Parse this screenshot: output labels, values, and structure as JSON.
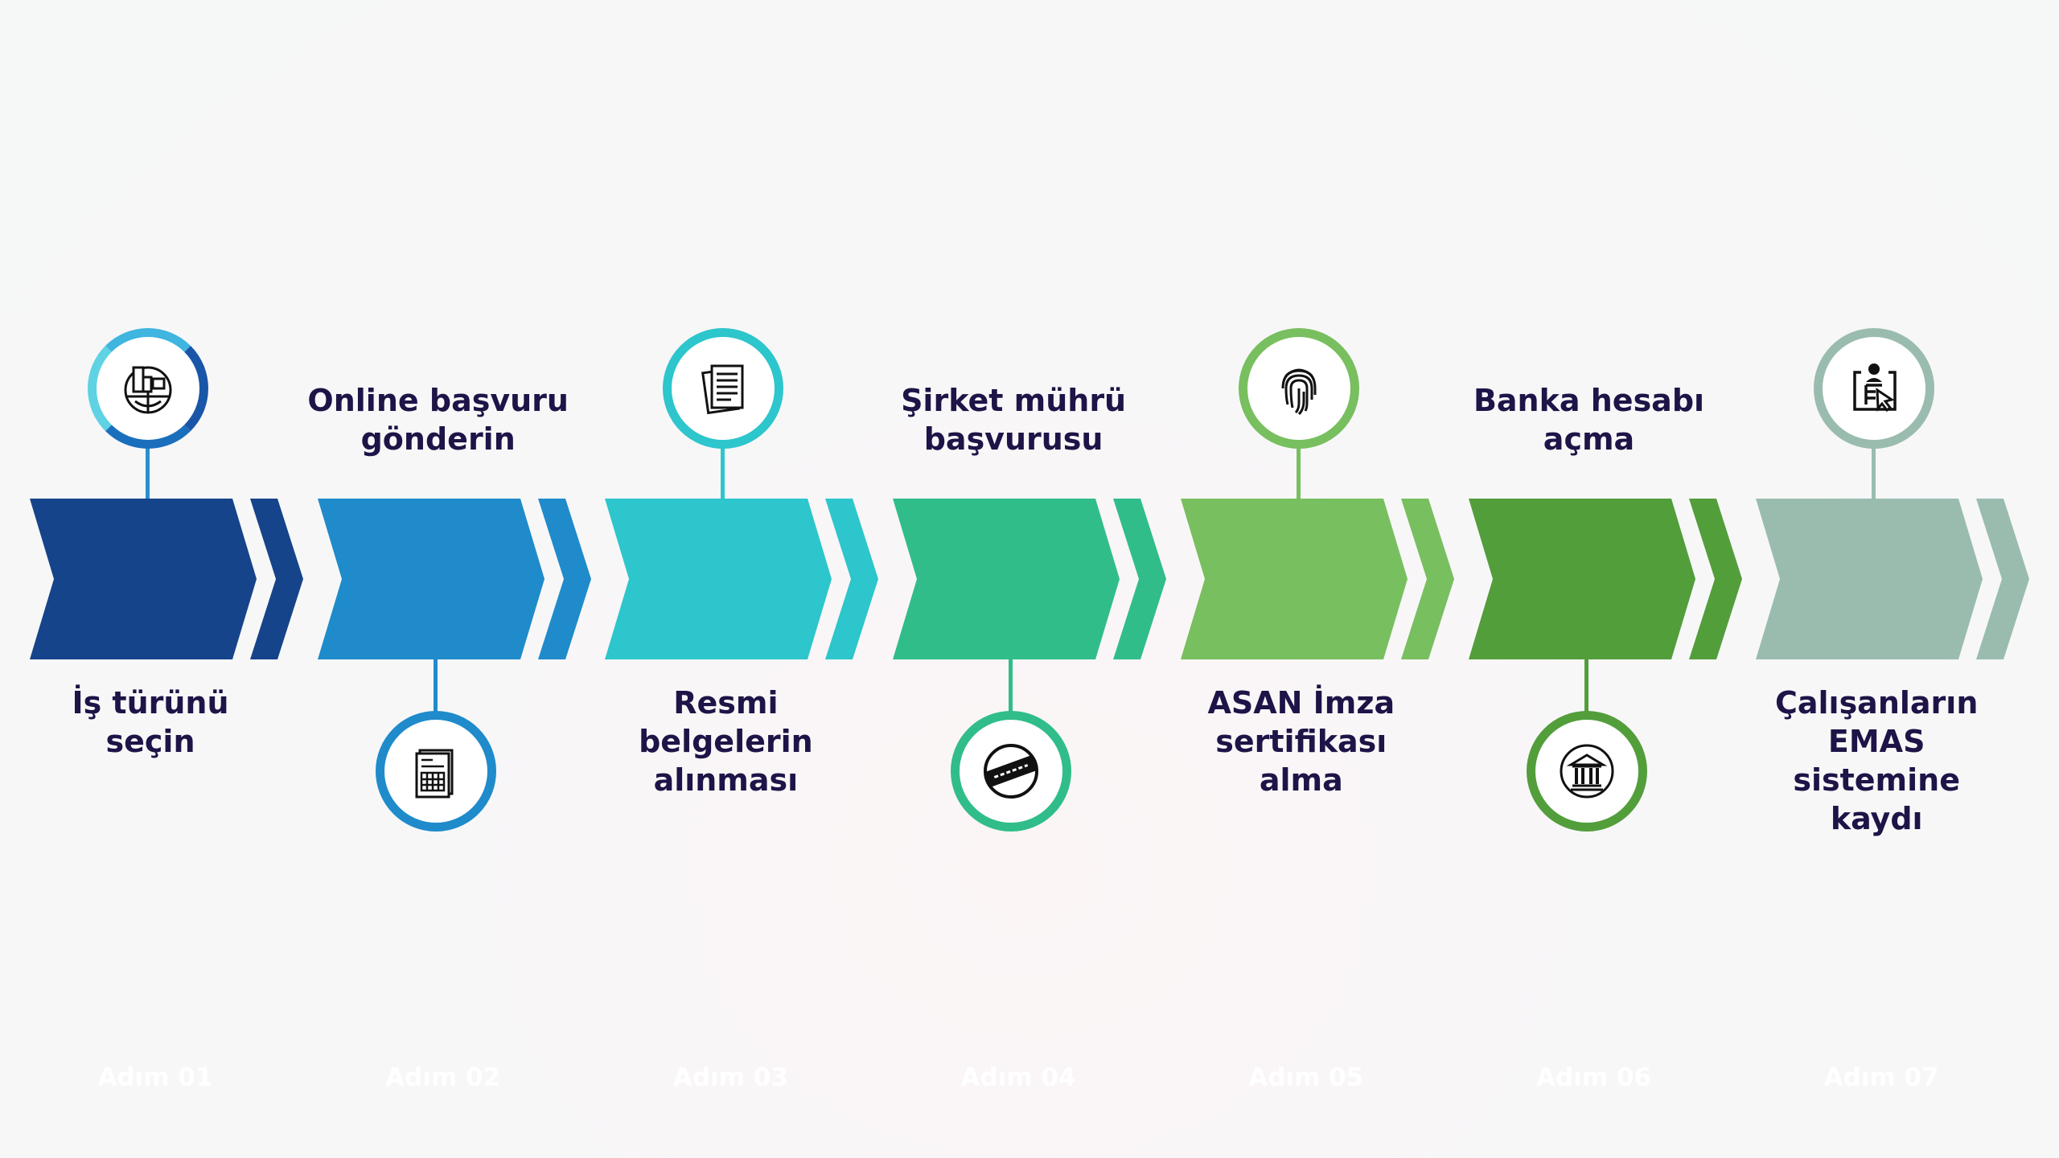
{
  "steps": [
    {
      "label": "Adım 01",
      "description": [
        "İş türünü",
        "seçin"
      ],
      "color": "#15448a",
      "ring": "#2a8fd0",
      "icon": "global-business-icon"
    },
    {
      "label": "Adım 02",
      "description": [
        "Online başvuru",
        "gönderin"
      ],
      "color": "#1f8bcb",
      "ring": "#1f8bcb",
      "icon": "form-document-icon"
    },
    {
      "label": "Adım 03",
      "description": [
        "Resmi",
        "belgelerin",
        "alınması"
      ],
      "color": "#2cc6cc",
      "ring": "#2cc6cc",
      "icon": "documents-icon"
    },
    {
      "label": "Adım 04",
      "description": [
        "Şirket mührü",
        "başvurusu"
      ],
      "color": "#31bd8a",
      "ring": "#31bd8a",
      "icon": "stamp-icon"
    },
    {
      "label": "Adım 05",
      "description": [
        "ASAN İmza",
        "sertifikası",
        "alma"
      ],
      "color": "#78bf5f",
      "ring": "#78bf5f",
      "icon": "fingerprint-icon"
    },
    {
      "label": "Adım 06",
      "description": [
        "Banka hesabı",
        "açma"
      ],
      "color": "#529e3b",
      "ring": "#529e3b",
      "icon": "bank-icon"
    },
    {
      "label": "Adım 07",
      "description": [
        "Çalışanların",
        "EMAS",
        "sistemine",
        "kaydı"
      ],
      "color": "#9abcae",
      "ring": "#9abcae",
      "icon": "employee-registration-icon"
    }
  ]
}
